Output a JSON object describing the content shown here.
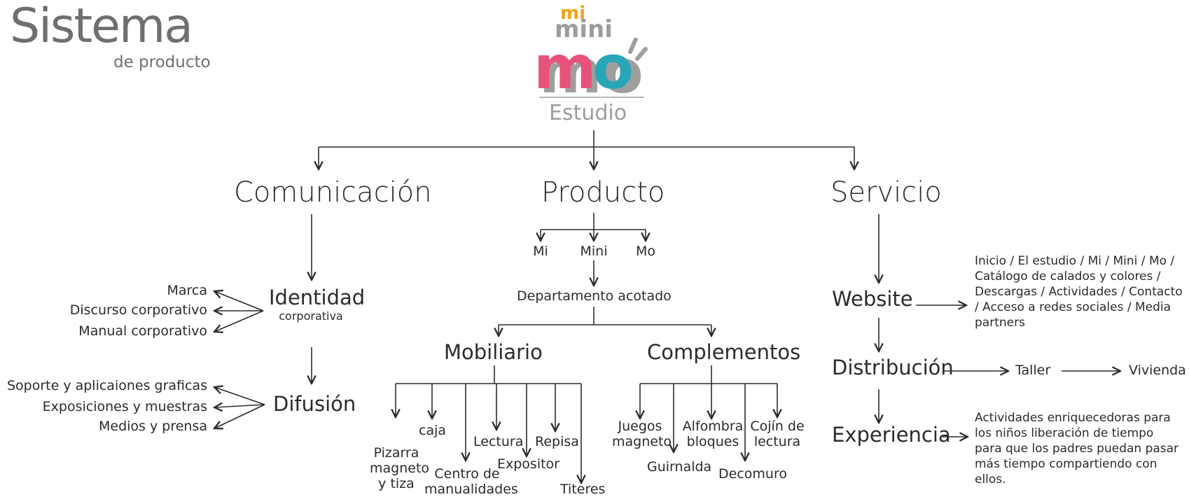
{
  "header": {
    "title": "Sistema",
    "subtitle": "de producto"
  },
  "logo": {
    "mi": "mi",
    "mini": "mini",
    "mo": "mo",
    "estudio": "Estudio",
    "colors": {
      "mi": "#f2a21b",
      "mini": "#9c9c9c",
      "m": "#e8527a",
      "o": "#2aa6b8",
      "shadow": "#9e9e9e"
    }
  },
  "comunicacion": {
    "title": "Comunicación",
    "identidad": {
      "title": "Identidad",
      "subtitle": "corporativa",
      "items": [
        "Marca",
        "Discurso corporativo",
        "Manual corporativo"
      ]
    },
    "difusion": {
      "title": "Difusión",
      "items": [
        "Soporte y aplicaiones graficas",
        "Exposiciones y  muestras",
        "Medios y prensa"
      ]
    }
  },
  "producto": {
    "title": "Producto",
    "lines": [
      "Mi",
      "Mini",
      "Mo"
    ],
    "departamento": "Departamento acotado",
    "mobiliario": {
      "title": "Mobiliario",
      "items": {
        "pizarra": "Pizarra magneto y tiza",
        "caja": "caja",
        "centro": "Centro de manualidades",
        "lectura": "Lectura",
        "expositor": "Expositor",
        "repisa": "Repisa",
        "titeres": "Titeres"
      }
    },
    "complementos": {
      "title": "Complementos",
      "items": {
        "juegos": "Juegos magneto",
        "guirnalda": "Guirnalda",
        "alfombra": "Alfombra bloques",
        "decomuro": "Decomuro",
        "cojin": "Cojín de lectura"
      }
    }
  },
  "servicio": {
    "title": "Servicio",
    "website": {
      "title": "Website",
      "desc": "Inicio / El estudio / Mi / Mini / Mo / Catálogo de calados y colores / Descargas / Actividades / Contacto / Acceso a redes sociales / Media partners"
    },
    "distribucion": {
      "title": "Distribución",
      "taller": "Taller",
      "vivienda": "Vivienda"
    },
    "experiencia": {
      "title": "Experiencia",
      "desc": "Actividades enriquecedoras para los niños  liberación de tiempo para que los padres puedan pasar más tiempo compartiendo con ellos."
    }
  }
}
